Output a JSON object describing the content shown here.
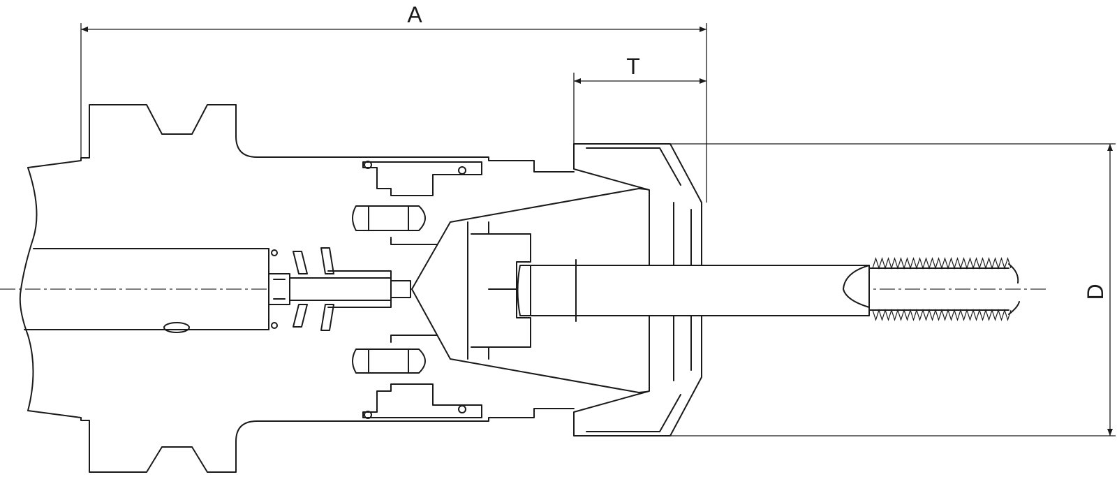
{
  "dimensions": {
    "a": "A",
    "t": "T",
    "d": "D"
  },
  "colors": {
    "line": "#1a1a1a",
    "background": "#ffffff"
  }
}
